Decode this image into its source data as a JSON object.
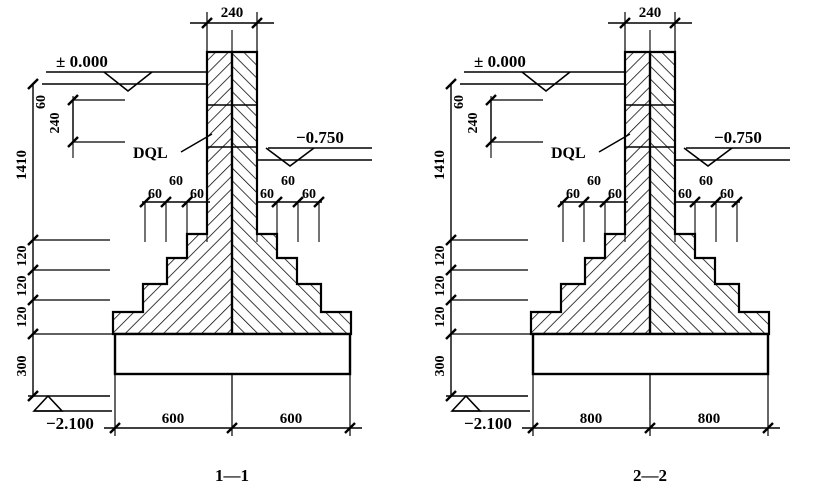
{
  "drawing": {
    "title_left": "1—1",
    "title_right": "2—2",
    "wall_label": "DQL"
  },
  "sections": [
    {
      "id": "section-1-1",
      "caption": "1—1",
      "wall_label": "DQL",
      "levels": {
        "ground": "± 0.000",
        "outside": "−0.750",
        "bottom": "−2.100"
      },
      "top_width": "240",
      "vertical_chain": [
        "1410",
        "120",
        "120",
        "120",
        "300"
      ],
      "nested_top": [
        "60",
        "240"
      ],
      "offset_labels_left": [
        "60",
        "60",
        "60"
      ],
      "offset_labels_right": [
        "60",
        "60",
        "60"
      ],
      "base_widths": [
        "600",
        "600"
      ]
    },
    {
      "id": "section-2-2",
      "caption": "2—2",
      "wall_label": "DQL",
      "levels": {
        "ground": "± 0.000",
        "outside": "−0.750",
        "bottom": "−2.100"
      },
      "top_width": "240",
      "vertical_chain": [
        "1410",
        "120",
        "120",
        "120",
        "300"
      ],
      "nested_top": [
        "60",
        "240"
      ],
      "offset_labels_left": [
        "60",
        "60",
        "60"
      ],
      "offset_labels_right": [
        "60",
        "60",
        "60"
      ],
      "base_widths": [
        "800",
        "800"
      ]
    }
  ],
  "colors": {
    "line": "#000000",
    "background": "#ffffff",
    "hatch": "#000000"
  }
}
